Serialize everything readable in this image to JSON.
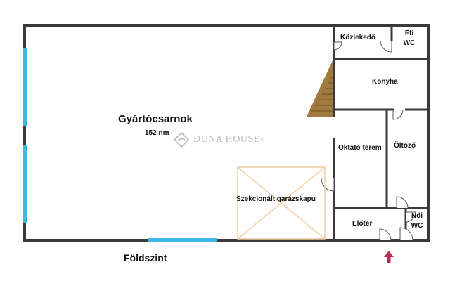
{
  "rooms": {
    "gyartocsarnok": {
      "name": "Gyártócsarnok",
      "area": "152 nm"
    },
    "kozlekedo": "Közlekedő",
    "ffi_wc": [
      "Ffi",
      "WC"
    ],
    "konyha": "Konyha",
    "oktato_terem": "Oktató terem",
    "oltozo": "Öltöző",
    "garazskapu": "Szekcionált garázskapu",
    "eloter": "Előtér",
    "noi_wc": [
      "Női",
      "WC"
    ]
  },
  "floor_label": "Földszint",
  "watermark": "DUNA HOUSE",
  "watermark_mark": "®",
  "colors": {
    "wall": "#3a3a3a",
    "window": "#3db6ea",
    "stairs": "#a07a3e",
    "garage_outline": "#f1cda0",
    "entrance_arrow": "#b5324f"
  }
}
